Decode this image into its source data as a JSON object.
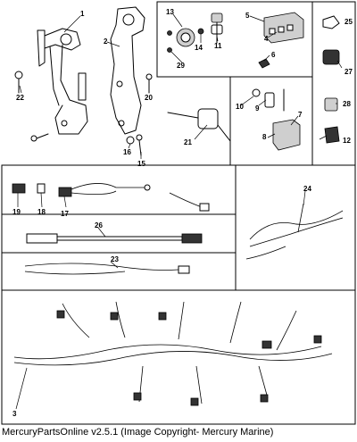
{
  "footer": {
    "text": "MercuryPartsOnline v2.5.1 (Image Copyright- Mercury Marine)"
  },
  "callouts": {
    "c1": "1",
    "c2": "2",
    "c3": "3",
    "c4": "4",
    "c5": "5",
    "c6": "6",
    "c7": "7",
    "c8": "8",
    "c9": "9",
    "c10": "10",
    "c11": "11",
    "c12": "12",
    "c13": "13",
    "c14": "14",
    "c15": "15",
    "c16": "16",
    "c17": "17",
    "c18": "18",
    "c19": "19",
    "c20": "20",
    "c21": "21",
    "c22": "22",
    "c23": "23",
    "c24": "24",
    "c25": "25",
    "c26": "26",
    "c27": "27",
    "c28": "28",
    "c29": "29"
  }
}
